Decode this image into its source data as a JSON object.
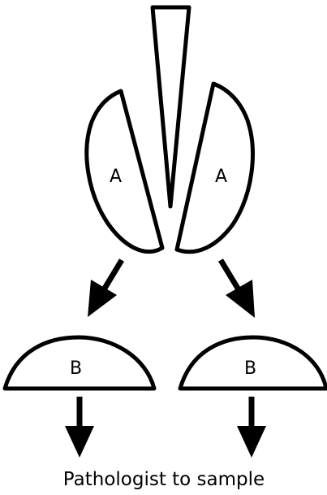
{
  "diagram": {
    "specimen_halves": {
      "left_label": "A",
      "right_label": "A"
    },
    "slices": {
      "left_label": "B",
      "right_label": "B"
    },
    "caption": "Pathologist to sample"
  }
}
